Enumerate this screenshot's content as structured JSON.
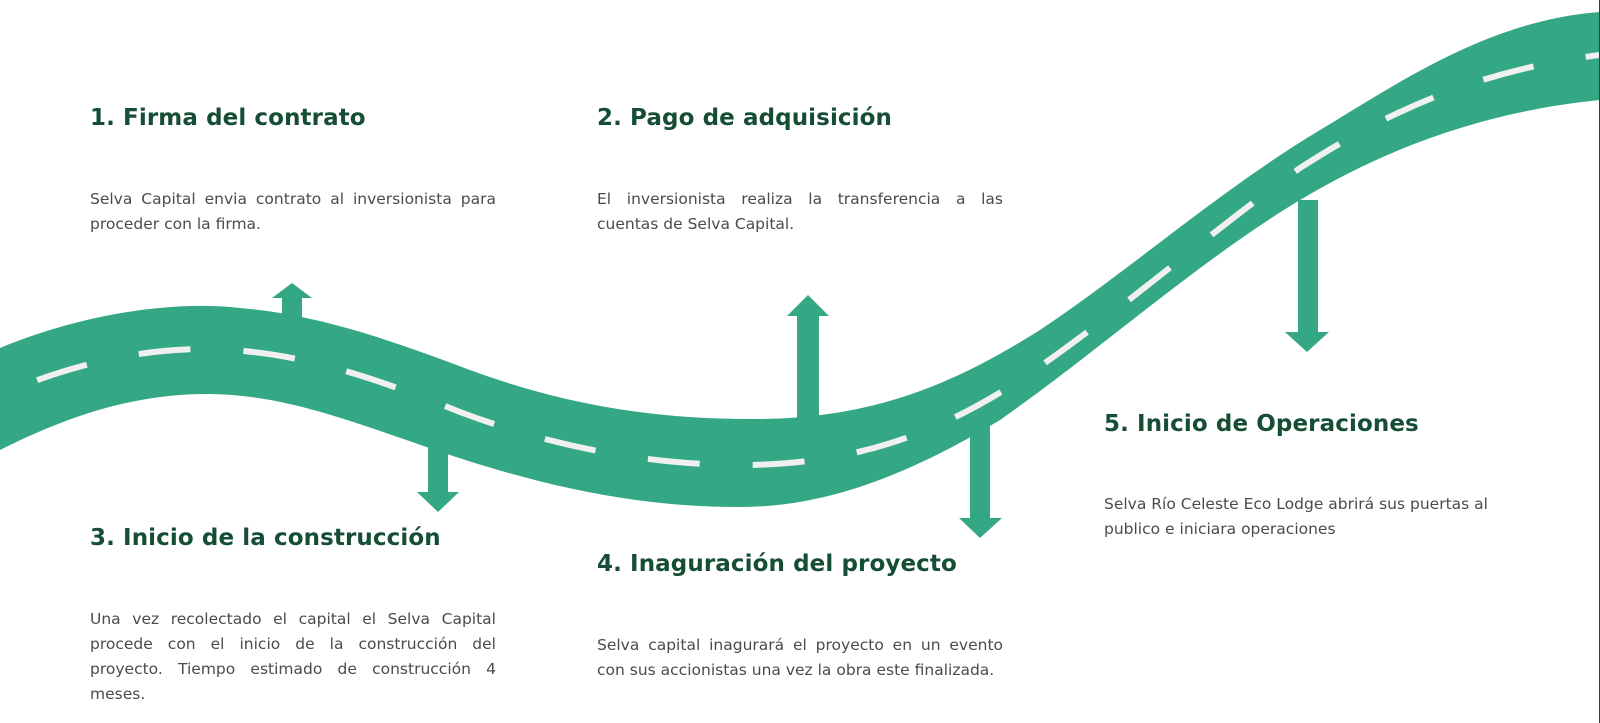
{
  "colors": {
    "road": "#34a784",
    "lane_marking": "#f0f0f0",
    "title": "#154d35",
    "body_text": "#4b4b4b",
    "background": "#ffffff"
  },
  "steps": [
    {
      "title": "1. Firma del contrato",
      "description": "Selva Capital envia contrato al inversionista para proceder con la firma.",
      "arrow": "up"
    },
    {
      "title": "2. Pago de adquisición",
      "description": "El inversionista realiza la transferencia a las cuentas de Selva Capital.",
      "arrow": "up"
    },
    {
      "title": "3. Inicio de la construcción",
      "description": "Una vez recolectado el capital el Selva Capital procede con el inicio de la construcción del proyecto. Tiempo estimado de construcción 4 meses.",
      "arrow": "down"
    },
    {
      "title": "4. Inaguración del proyecto",
      "description": "Selva capital inagurará el proyecto en un evento con sus accionistas una vez la obra este finalizada.",
      "arrow": "down"
    },
    {
      "title": "5. Inicio de Operaciones",
      "description": "Selva Río Celeste Eco Lodge abrirá sus puertas al publico e iniciara operaciones",
      "arrow": "down"
    }
  ]
}
